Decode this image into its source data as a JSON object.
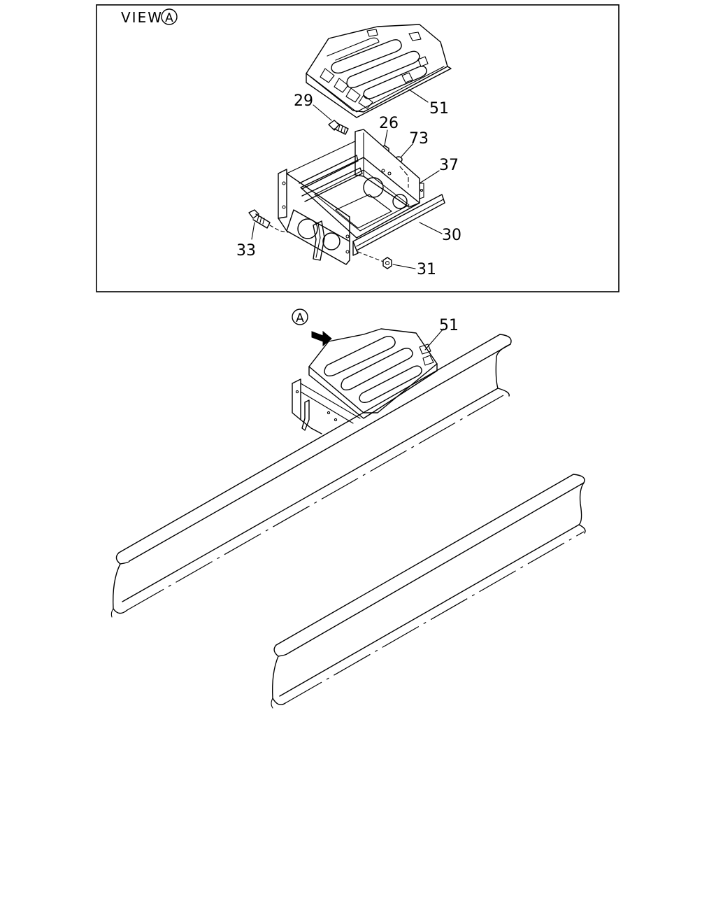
{
  "view_label": {
    "text": "VIEW",
    "circle_letter": "A"
  },
  "main_view_marker": {
    "circle_letter": "A"
  },
  "callouts": {
    "c29": "29",
    "c26": "26",
    "c73": "73",
    "c51_top": "51",
    "c37": "37",
    "c30": "30",
    "c33": "33",
    "c31": "31",
    "c51_main": "51"
  }
}
